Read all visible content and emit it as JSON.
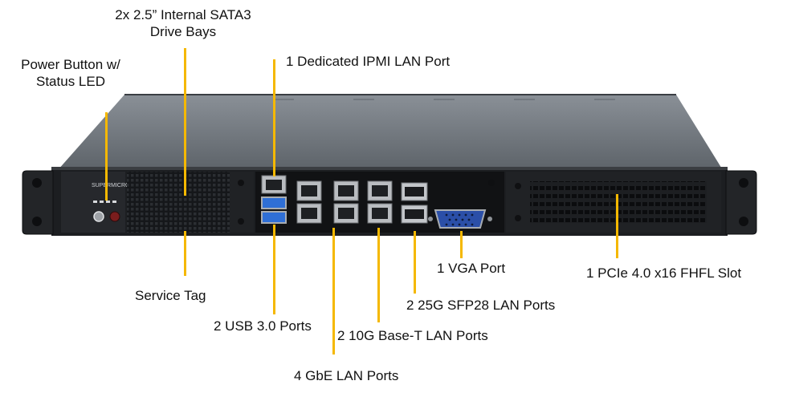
{
  "callouts": {
    "drive_bays_line1": "2x 2.5” Internal  SATA3",
    "drive_bays_line2": "Drive Bays",
    "power_line1": "Power Button w/",
    "power_line2": "Status LED",
    "ipmi": "1 Dedicated IPMI  LAN Port",
    "service_tag": "Service Tag",
    "usb": "2 USB 3.0 Ports",
    "gbe": "4 GbE LAN Ports",
    "ten_g": "2 10G Base-T LAN Ports",
    "sfp28": "2 25G SFP28 LAN Ports",
    "vga": "1 VGA Port",
    "pcie": "1 PCIe 4.0 x16 FHFL Slot"
  },
  "device": {
    "brand": "SUPERMICRO"
  },
  "colors": {
    "leader": "#f5b800",
    "chassis_dark": "#1c1e21",
    "chassis_top": "#6e747b",
    "port_silver": "#b9bcc0",
    "usb_blue": "#2f6fd6"
  }
}
